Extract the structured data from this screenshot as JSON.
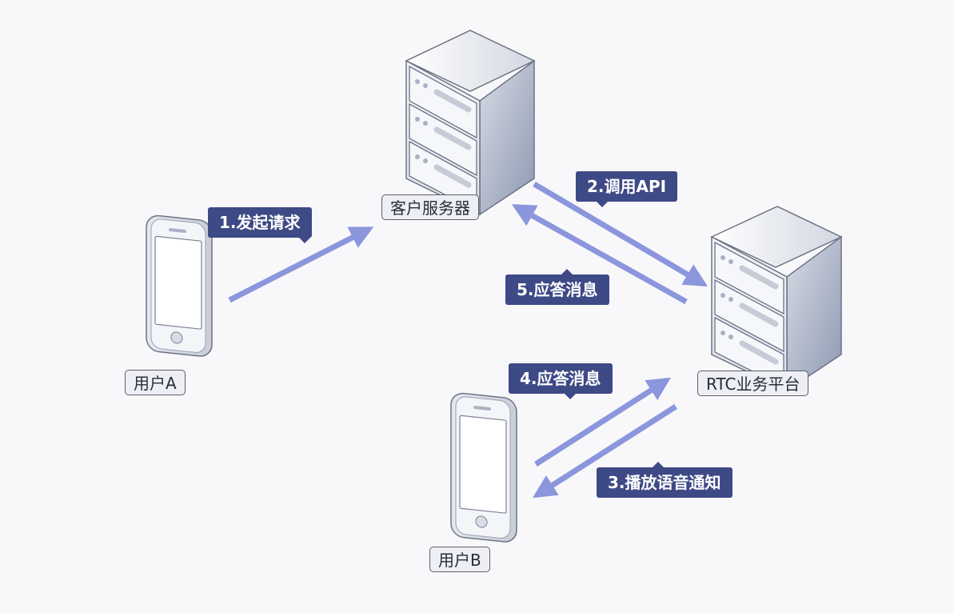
{
  "nodes": {
    "user_a": "用户A",
    "customer_server": "客户服务器",
    "rtc_platform": "RTC业务平台",
    "user_b": "用户B"
  },
  "steps": {
    "s1": "1.发起请求",
    "s2": "2.调用API",
    "s3": "3.播放语音通知",
    "s4": "4.应答消息",
    "s5": "5.应答消息"
  },
  "colors": {
    "arrow": "#8b96dc",
    "step_label_bg": "#3e4a86",
    "node_label_bg": "#eeeff4"
  }
}
